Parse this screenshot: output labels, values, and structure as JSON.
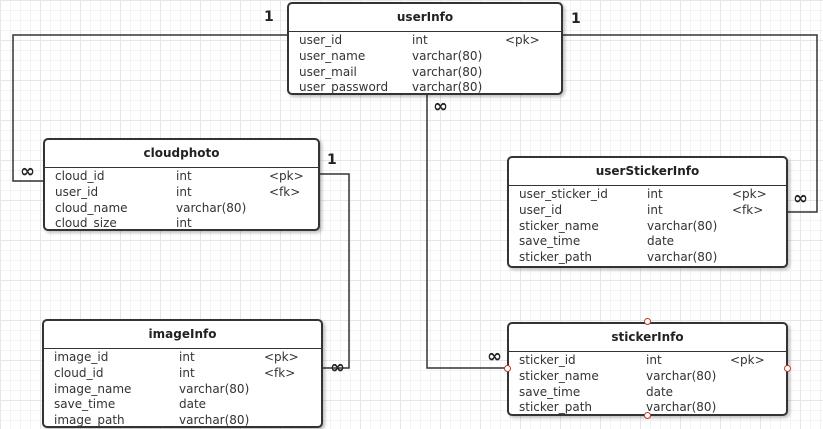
{
  "tables": [
    {
      "id": "userInfo",
      "title": "userInfo",
      "rows": [
        {
          "name": "user_id",
          "type": "int",
          "key": "<pk>"
        },
        {
          "name": "user_name",
          "type": "varchar(80)",
          "key": ""
        },
        {
          "name": "user_mail",
          "type": "varchar(80)",
          "key": ""
        },
        {
          "name": "user_password",
          "type": "varchar(80)",
          "key": ""
        }
      ]
    },
    {
      "id": "cloudphoto",
      "title": "cloudphoto",
      "rows": [
        {
          "name": "cloud_id",
          "type": "int",
          "key": "<pk>"
        },
        {
          "name": "user_id",
          "type": "int",
          "key": "<fk>"
        },
        {
          "name": "cloud_name",
          "type": "varchar(80)",
          "key": ""
        },
        {
          "name": "cloud_size",
          "type": "int",
          "key": ""
        }
      ]
    },
    {
      "id": "userStickerInfo",
      "title": "userStickerInfo",
      "rows": [
        {
          "name": "user_sticker_id",
          "type": "int",
          "key": "<pk>"
        },
        {
          "name": "user_id",
          "type": "int",
          "key": "<fk>"
        },
        {
          "name": "sticker_name",
          "type": "varchar(80)",
          "key": ""
        },
        {
          "name": "save_time",
          "type": "date",
          "key": ""
        },
        {
          "name": "sticker_path",
          "type": "varchar(80)",
          "key": ""
        }
      ]
    },
    {
      "id": "imageInfo",
      "title": "imageInfo",
      "rows": [
        {
          "name": "image_id",
          "type": "int",
          "key": "<pk>"
        },
        {
          "name": "cloud_id",
          "type": "int",
          "key": "<fk>"
        },
        {
          "name": "image_name",
          "type": "varchar(80)",
          "key": ""
        },
        {
          "name": "save_time",
          "type": "date",
          "key": ""
        },
        {
          "name": "image_path",
          "type": "varchar(80)",
          "key": ""
        }
      ]
    },
    {
      "id": "stickerInfo",
      "title": "stickerInfo",
      "rows": [
        {
          "name": "sticker_id",
          "type": "int",
          "key": "<pk>"
        },
        {
          "name": "sticker_name",
          "type": "varchar(80)",
          "key": ""
        },
        {
          "name": "save_time",
          "type": "date",
          "key": ""
        },
        {
          "name": "sticker_path",
          "type": "varchar(80)",
          "key": ""
        }
      ]
    }
  ],
  "cardinality": {
    "one": "1",
    "many": "∞"
  }
}
